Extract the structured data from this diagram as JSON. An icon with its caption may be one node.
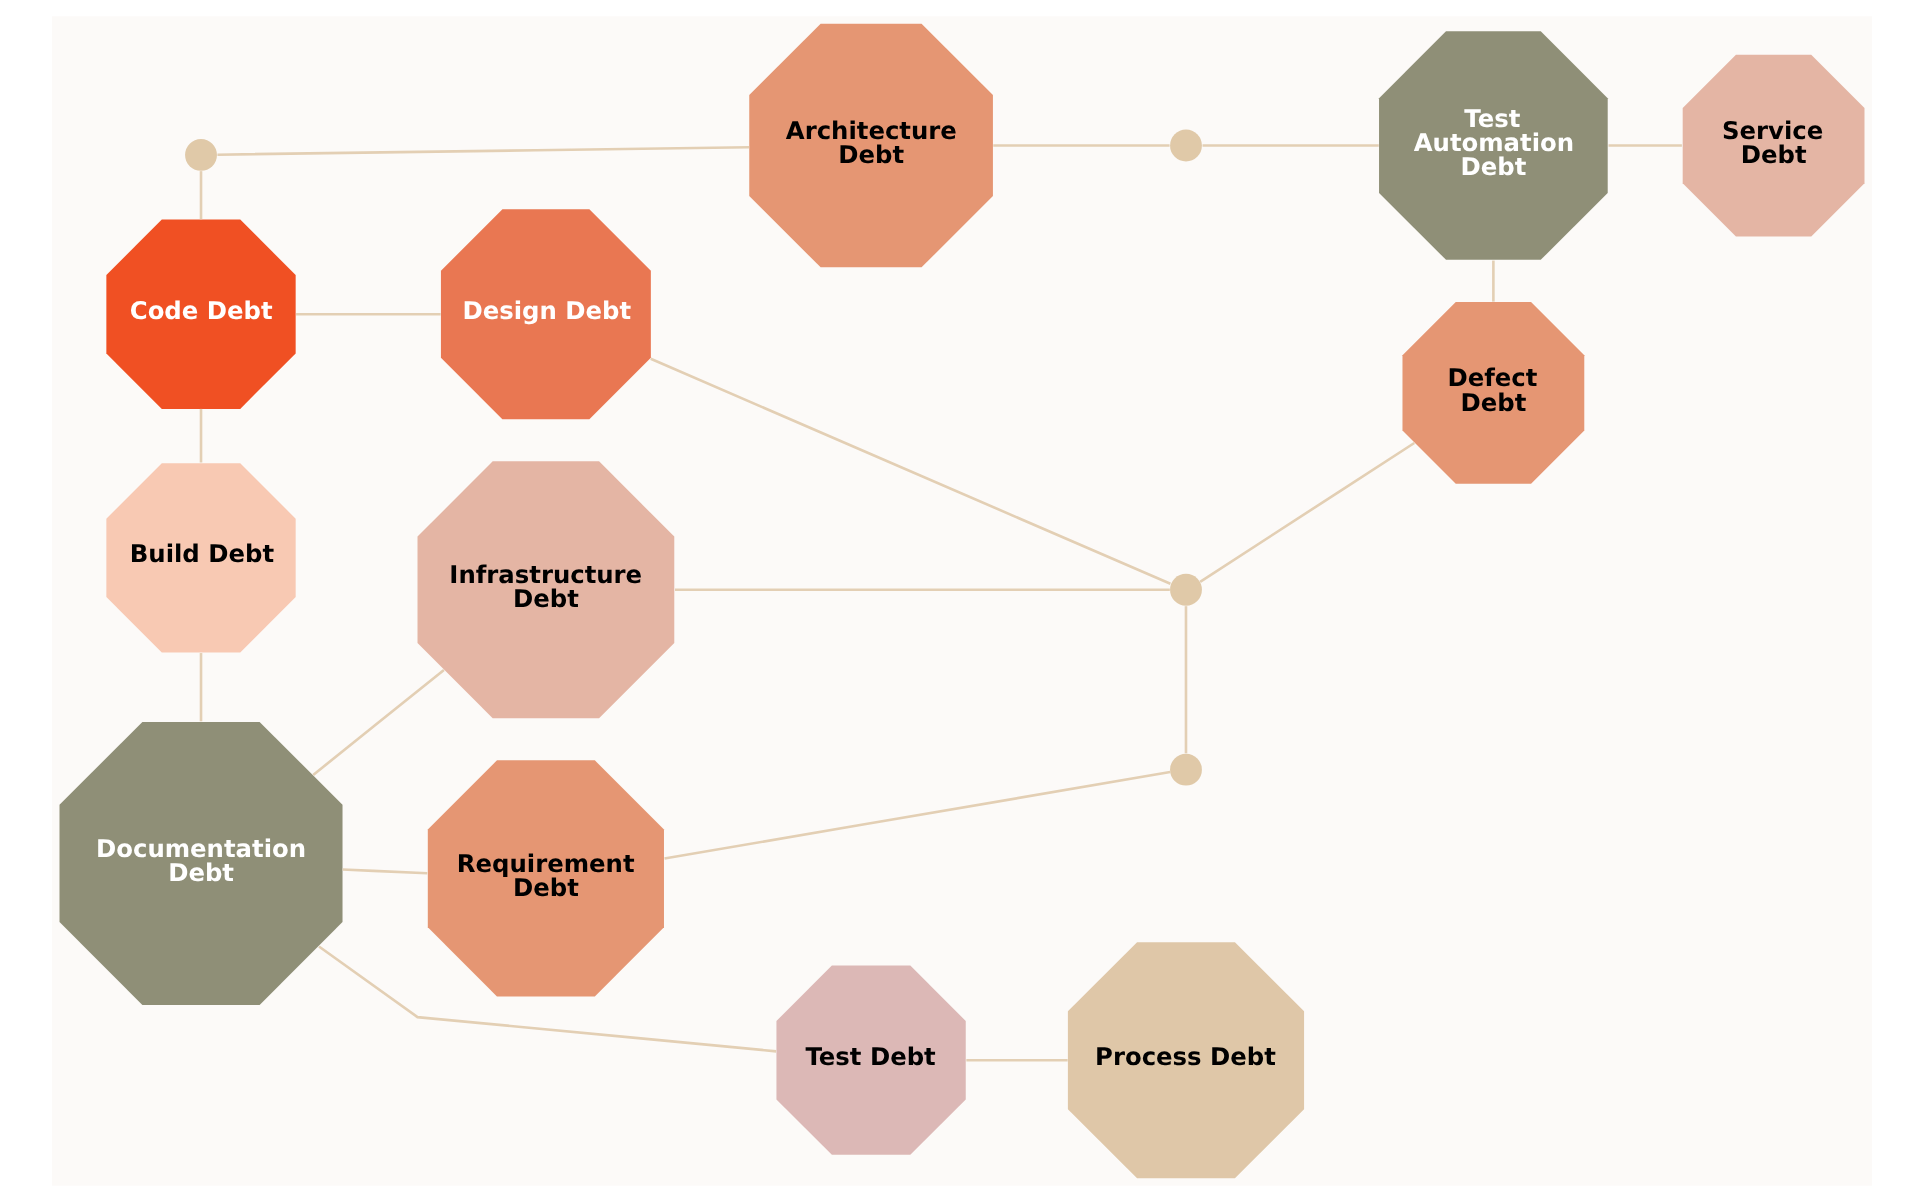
{
  "diagram": {
    "nodes": [
      {
        "text": [],
        "shape": "circle"
      },
      {
        "text": [],
        "shape": "circle"
      },
      {
        "text": [
          "Test Automation Debt"
        ]
      },
      {
        "text": [
          "Code Debt"
        ]
      },
      {
        "text": [
          "Architecture Debt"
        ]
      },
      {
        "text": [
          "Service Debt"
        ]
      },
      {
        "text": [
          "Design Debt"
        ]
      },
      {
        "text": [
          "Process Debt"
        ]
      },
      {
        "text": [
          "Defect Debt"
        ]
      },
      {
        "text": [
          "Build Debt"
        ]
      },
      {
        "text": [
          "Infrastructure Debt"
        ]
      },
      {
        "text": [],
        "shape": "circle"
      },
      {
        "text": [
          "Test Debt"
        ]
      },
      {
        "text": [
          "Documentation Debt"
        ]
      },
      {
        "text": [],
        "shape": "circle"
      },
      {
        "text": [
          "Requirement Debt"
        ]
      }
    ],
    "edges": [
      {
        "from": 0,
        "to": 3,
        "arrow": "none"
      },
      {
        "from": 0,
        "to": 4,
        "arrow": "none"
      },
      {
        "from": 4,
        "to": 1,
        "arrow": "none"
      },
      {
        "from": 1,
        "to": 2,
        "arrow": "none"
      },
      {
        "from": 2,
        "to": 8,
        "arrow": "none"
      },
      {
        "from": 2,
        "to": 5,
        "arrow": "none"
      },
      {
        "from": 3,
        "to": 6,
        "arrow": "none"
      },
      {
        "from": 3,
        "to": 9,
        "arrow": "none"
      },
      {
        "from": 9,
        "to": 13,
        "arrow": "none"
      },
      {
        "from": 6,
        "to": 11,
        "arrow": "none"
      },
      {
        "from": 8,
        "to": 11,
        "arrow": "none"
      },
      {
        "from": 10,
        "to": 11,
        "arrow": "none"
      },
      {
        "from": 11,
        "to": 14,
        "arrow": "none"
      },
      {
        "from": 15,
        "to": 14,
        "arrow": "none"
      },
      {
        "from": 13,
        "to": 10,
        "arrow": "none"
      },
      {
        "from": 13,
        "to": 12,
        "arrow": "none"
      },
      {
        "from": 12,
        "to": 7,
        "arrow": "none"
      },
      {
        "from": 13,
        "to": 15,
        "arrow": "none"
      }
    ]
  }
}
